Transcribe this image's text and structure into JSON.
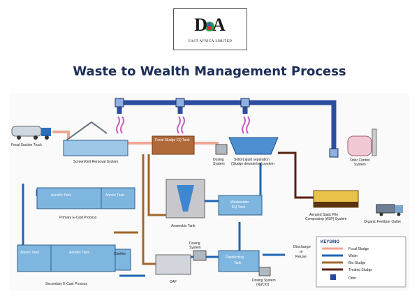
{
  "header": {
    "logo_text": "D A",
    "logo_subtitle": "EAST AFRICA LIMITED",
    "title": "Waste to Wealth Management Process"
  },
  "diagram": {
    "labels": {
      "truck": "Fecal Suction Truck",
      "screen": "Screen/Grit Removal System",
      "eq_tank": "Fecal Sludge EQ Tank",
      "dosing1": "Dosing",
      "dosing1b": "System",
      "solid1": "Solid-Liquid separation",
      "solid2": "(Sludge dewatering) system",
      "odor1": "Odor Control",
      "odor2": "System",
      "aerobic1": "Aerobic Tank",
      "anoxic1": "Anoxic Tank",
      "primary": "Primary E-Cast Process",
      "anaerobic": "Anaerobic Tank",
      "ww1": "Wastewater",
      "ww2": "EQ Tank",
      "asp1": "Aerated Static Pile",
      "asp2": "Composting (ASP) System",
      "organic": "Organic Fertilizer Outlet",
      "anoxic2": "Anoxic Tank",
      "aerobic2": "Aerobic Tank",
      "clarifier": "Clarifier",
      "secondary": "Secondary E-Cast Process",
      "dosing2a": "Dosing",
      "dosing2b": "System",
      "daf": "DAF",
      "disinf1": "Disinfecting",
      "disinf2": "Tank",
      "discharge1": "Discharge",
      "discharge2": "or",
      "discharge3": "Reuse",
      "dosing3a": "Dosing System",
      "dosing3b": "(NaClO)"
    },
    "legend": {
      "brand": "KEYSINO",
      "items": [
        {
          "name": "Focal Sludge",
          "color": "#f2a594"
        },
        {
          "name": "Water",
          "color": "#1f64b3"
        },
        {
          "name": "Bio-Sludge",
          "color": "#a0672a"
        },
        {
          "name": "Treated Sludge",
          "color": "#5a1f0f"
        },
        {
          "name": "Odor",
          "color": "#2a4aa0"
        }
      ]
    },
    "colors": {
      "fecal": "#f2a594",
      "water": "#1f64b3",
      "bio": "#a0672a",
      "treated": "#5a1f0f",
      "odor": "#2c4d9e",
      "tank": "#7fb6e0"
    }
  }
}
